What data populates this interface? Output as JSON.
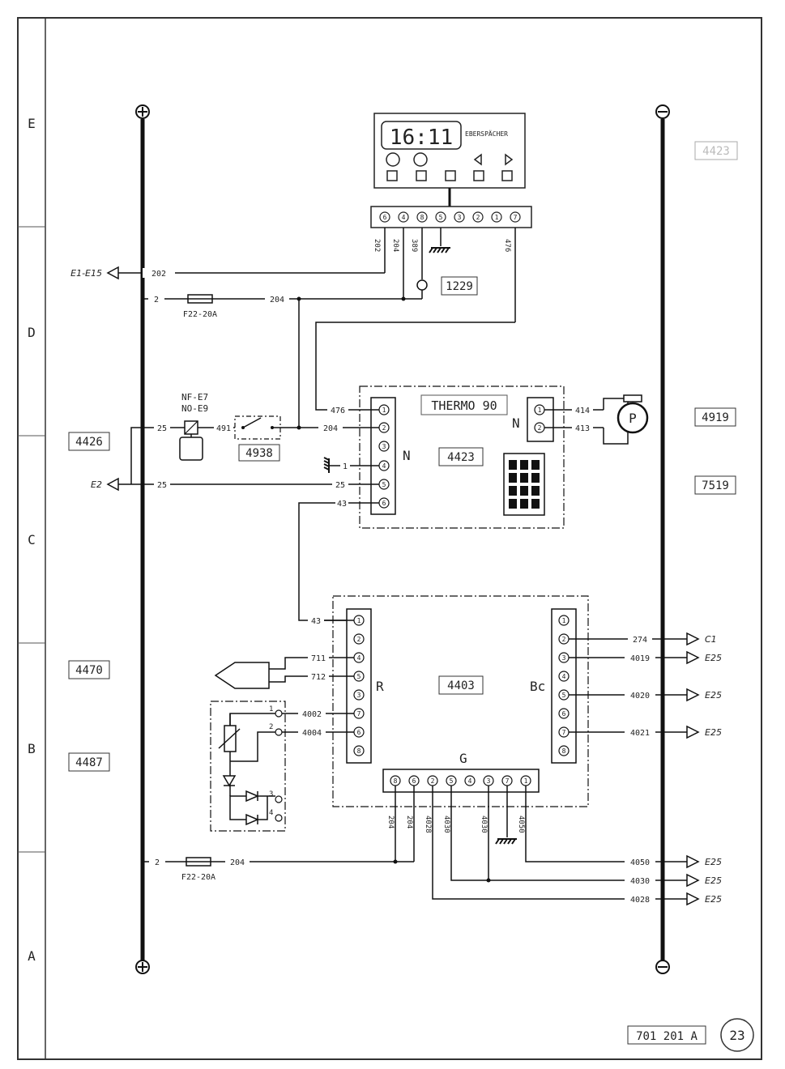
{
  "zones": [
    "E",
    "D",
    "C",
    "B",
    "A"
  ],
  "rail_pos": "⊕",
  "rail_neg": "⊖",
  "display": {
    "time": "16:11",
    "brand": "EBERSPÄCHER"
  },
  "connector_top": {
    "pins": [
      "6",
      "4",
      "8",
      "5",
      "3",
      "2",
      "1",
      "7"
    ],
    "wires": [
      "202",
      "204",
      "389",
      "476"
    ]
  },
  "refs": {
    "r1229": "1229",
    "r4426": "4426",
    "r4938": "4938",
    "r4423": "4423",
    "r4919": "4919",
    "r7519": "7519",
    "r4470": "4470",
    "r4487": "4487",
    "r4403": "4403",
    "r_top_right": "4423"
  },
  "fuses": {
    "upper": "F22-20A",
    "lower": "F22-20A"
  },
  "wires": {
    "w202": "202",
    "w2a": "2",
    "w204a": "204",
    "w25a": "25",
    "w491": "491",
    "w204b": "204",
    "w476": "476",
    "w25b": "25",
    "w1": "1",
    "w43a": "43",
    "w414": "414",
    "w413": "413",
    "w43b": "43",
    "w711": "711",
    "w712": "712",
    "w4002": "4002",
    "w4004": "4004",
    "w274": "274",
    "w4019": "4019",
    "w4020": "4020",
    "w4021": "4021",
    "w2b": "2",
    "w204c": "204",
    "wg204a": "204",
    "wg204b": "204",
    "wg4028": "4028",
    "wg4030a": "4030",
    "wg4030b": "4030",
    "wg4050": "4050",
    "wo4050": "4050",
    "wo4030": "4030",
    "wo4028": "4028"
  },
  "arrows": {
    "e1e15": "E1-E15",
    "e2": "E2",
    "c1": "C1",
    "e25a": "E25",
    "e25b": "E25",
    "e25c": "E25",
    "e25d": "E25",
    "e25e": "E25",
    "e25f": "E25"
  },
  "relay": {
    "nf": "NF-E7",
    "no": "NO-E9"
  },
  "thermo": {
    "title": "THERMO 90",
    "n": "N",
    "n2": "N",
    "pump": "P"
  },
  "ecu": {
    "r": "R",
    "bc": "Bc",
    "g": "G",
    "r_pins": [
      "1",
      "2",
      "4",
      "5",
      "3",
      "7",
      "6",
      "8"
    ],
    "bc_pins": [
      "1",
      "2",
      "3",
      "4",
      "5",
      "6",
      "7",
      "8"
    ],
    "g_pins": [
      "8",
      "6",
      "2",
      "5",
      "4",
      "3",
      "7",
      "1"
    ]
  },
  "pins_n": [
    "1",
    "2",
    "3",
    "4",
    "5",
    "6"
  ],
  "sensor_pins": [
    "1",
    "2",
    "3",
    "4"
  ],
  "footer": {
    "code": "701 201 A",
    "page": "23"
  }
}
